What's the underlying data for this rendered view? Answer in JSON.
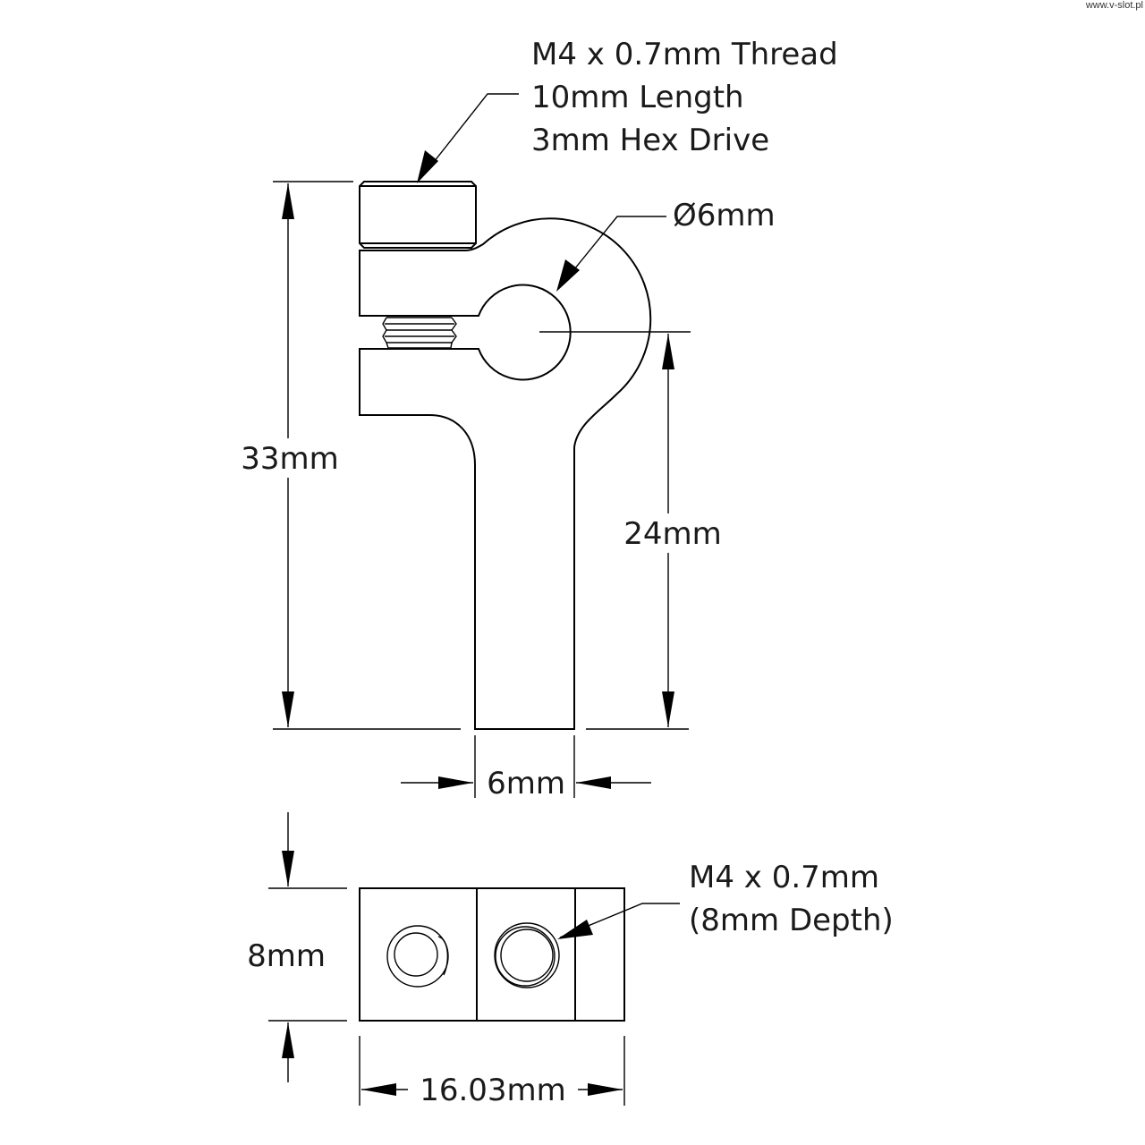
{
  "watermark": "www.v-slot.pl",
  "callouts": {
    "screw": [
      "M4 x 0.7mm Thread",
      "10mm Length",
      "3mm Hex Drive"
    ],
    "bore": "Ø6mm",
    "tapped_hole": [
      "M4 x 0.7mm",
      "(8mm Depth)"
    ]
  },
  "dimensions": {
    "overall_height": "33mm",
    "bore_center_height": "24mm",
    "stem_width": "6mm",
    "thickness": "8mm",
    "overall_width": "16.03mm"
  }
}
